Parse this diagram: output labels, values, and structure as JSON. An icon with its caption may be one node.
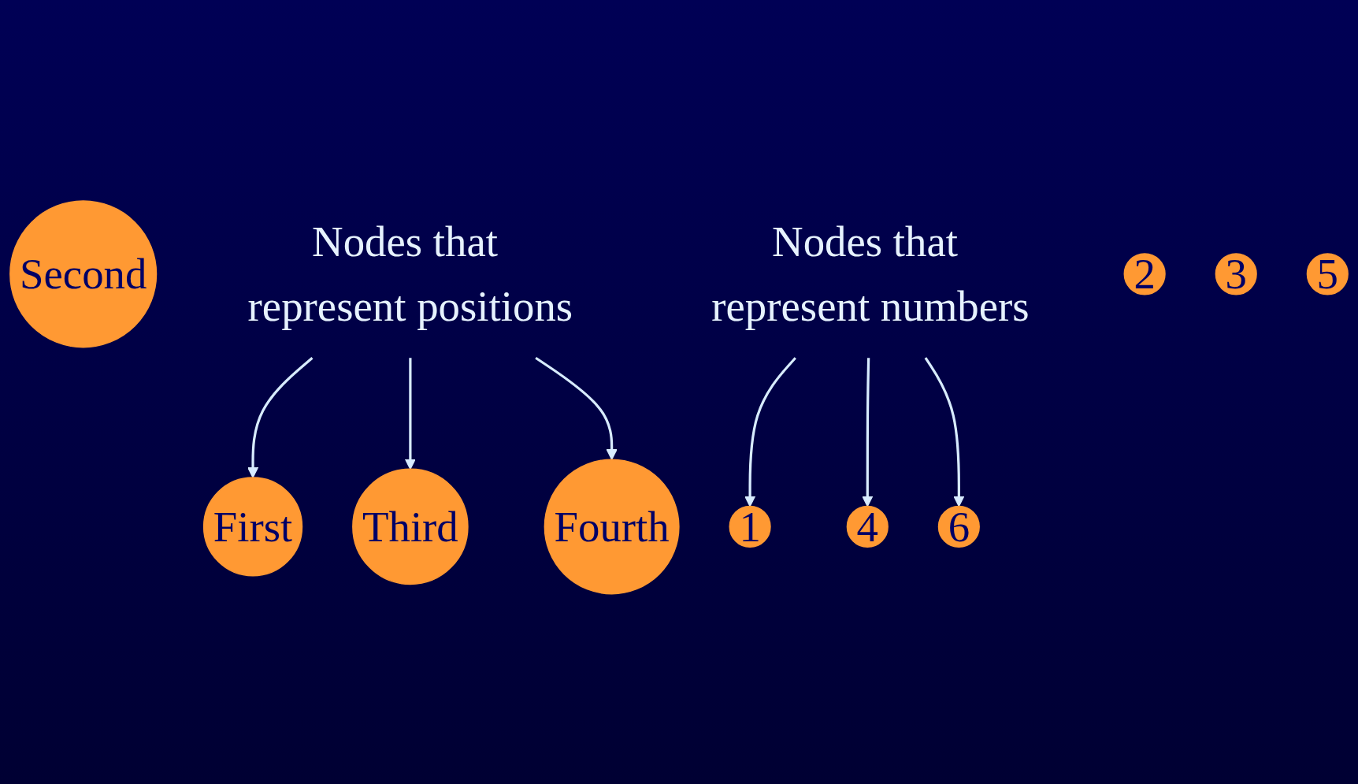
{
  "diagram": {
    "nodes": [
      {
        "text": [
          "First"
        ]
      },
      {
        "text": [
          "Second"
        ]
      },
      {
        "text": [
          "Third"
        ]
      },
      {
        "text": [
          "Fourth"
        ]
      },
      {
        "text": [
          "Nodes that represent positions"
        ]
      },
      {
        "text": [
          "Nodes that represent numbers"
        ]
      },
      {
        "text": [
          "1"
        ]
      },
      {
        "text": [
          "2"
        ]
      },
      {
        "text": [
          "3"
        ]
      },
      {
        "text": [
          "4"
        ]
      },
      {
        "text": [
          "5"
        ]
      },
      {
        "text": [
          "6"
        ]
      }
    ],
    "edges": [
      {
        "from": 4,
        "to": 0,
        "arrow": "to"
      },
      {
        "from": 4,
        "to": 2,
        "arrow": "to"
      },
      {
        "from": 4,
        "to": 3,
        "arrow": "to"
      },
      {
        "from": 5,
        "to": 6,
        "arrow": "to"
      },
      {
        "from": 5,
        "to": 9,
        "arrow": "to"
      },
      {
        "from": 5,
        "to": 11,
        "arrow": "to"
      }
    ]
  }
}
